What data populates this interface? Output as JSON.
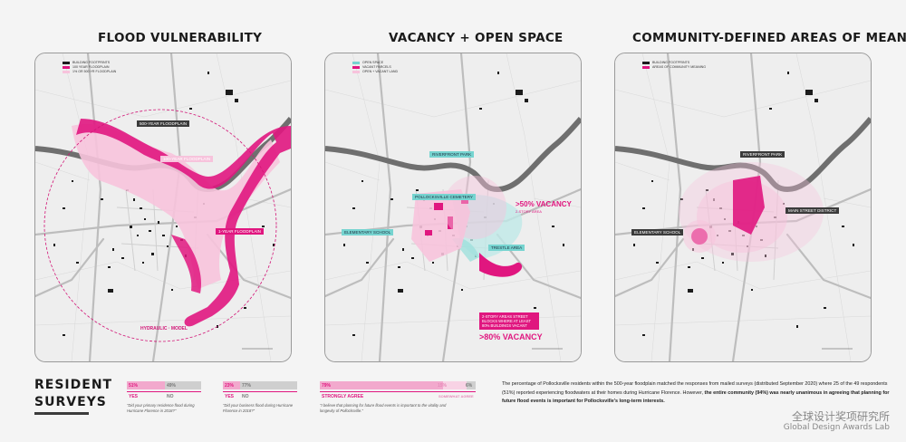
{
  "panels": [
    {
      "title": "FLOOD VULNERABILITY"
    },
    {
      "title": "VACANCY + OPEN SPACE"
    },
    {
      "title": "COMMUNITY-DEFINED AREAS OF MEANING"
    }
  ],
  "flood": {
    "legend": [
      "BUILDING FOOTPRINTS",
      "100 YEAR FLOODPLAIN",
      "1% OR 500 YR FLOODPLAIN"
    ],
    "label_500": "500-YEAR FLOODPLAIN",
    "label_100": "100-YEAR FLOODPLAIN",
    "label_1yr": "1-YEAR FLOODPLAIN",
    "hydraulic": "HYDRAULIC · MODEL"
  },
  "vacancy": {
    "legend": [
      "OPEN SPACE",
      "VACANT PARCELS",
      "OPEN + VACANT LAND"
    ],
    "riverfront_park": "RIVERFRONT PARK",
    "cemetery": "POLLOCKSVILLE CEMETERY",
    "elementary": "ELEMENTARY SCHOOL",
    "trestle": "TRESTLE AREA",
    "vacancy_50": ">50% VACANCY",
    "vacancy_50_sub": "2-STORY AREA",
    "callout_text": "2-STORY AREAS STREET BLOCKS WHERE AT LEAST 80% BUILDINGS VACANT",
    "vacancy_80": ">80% VACANCY"
  },
  "community": {
    "legend": [
      "BUILDING FOOTPRINTS",
      "AREAS OF COMMUNITY MEANING"
    ],
    "riverfront_park": "RIVERFRONT PARK",
    "main_street": "MAIN STREET DISTRICT",
    "elementary": "ELEMENTARY SCHOOL"
  },
  "surveys": {
    "title_line1": "RESIDENT",
    "title_line2": "SURVEYS",
    "q1": {
      "yes_pct": "51%",
      "no_pct": "49%",
      "yes": "YES",
      "no": "NO",
      "yes_frac": 0.51,
      "question": "\"Did your primary residence flood during Hurricane Florence in 2018?\""
    },
    "q2": {
      "yes_pct": "23%",
      "no_pct": "77%",
      "yes": "YES",
      "no": "NO",
      "yes_frac": 0.23,
      "question": "\"Did your business flood during Hurricane Florence in 2018?\""
    },
    "q3": {
      "agree_pct": "79%",
      "somewhat_pct": "15%",
      "other_pct": "6%",
      "agree": "STRONGLY AGREE",
      "somewhat": "SOMEWHAT AGREE",
      "agree_frac": 0.79,
      "somewhat_frac": 0.15,
      "question": "\"I believe that planning for future flood events is important to the vitality and longevity of Pollocksville.\""
    }
  },
  "summary": {
    "part1": "The percentage of Pollocksville residents within the 500-year floodplain matched the responses from mailed surveys (distributed September 2020) where 25 of the 49 respondents (51%) reported experiencing floodwaters at their homes during Hurricane Florence. However,",
    "part2": " the entire community (94%) was nearly unanimous in agreeing that planning for future flood events is important for Pollocksville's long-term interests."
  },
  "watermark": {
    "cn": "全球设计奖项研究所",
    "en": "Global Design Awards Lab"
  },
  "colors": {
    "magenta": "#e0167f",
    "light_pink": "#f7c3dc",
    "teal": "#76d4d0",
    "river": "#6f6f6f"
  }
}
